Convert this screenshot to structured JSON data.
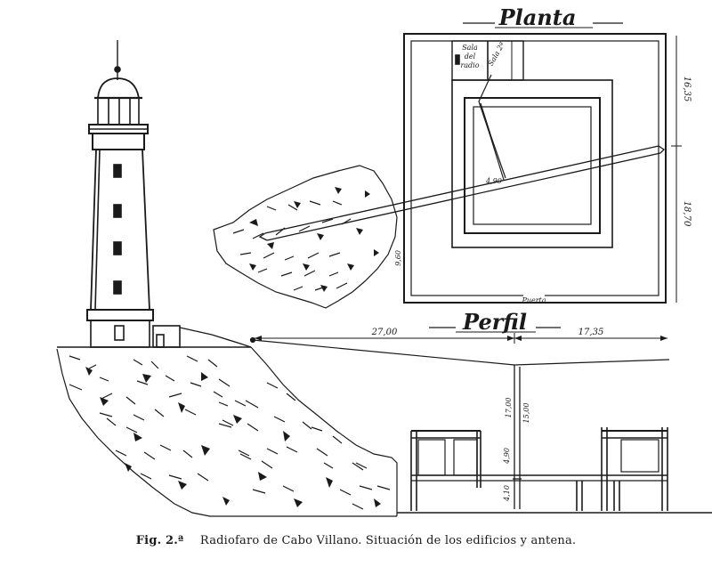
{
  "titles": {
    "plan": "Planta",
    "profile": "Perfil"
  },
  "plan_labels": {
    "room_line1": "Sala",
    "room_line2": "del",
    "room_line3": "radio",
    "side_room": "Sala 2ª",
    "door": "Puerta",
    "offset": "4,90"
  },
  "dimensions": {
    "plan_top": "16,35",
    "plan_right": "18,70",
    "plan_left": "9,60",
    "span_left": "27,00",
    "span_right": "17,35",
    "height_total": "17,00",
    "height_upper": "15,00",
    "height_mid": "4,90",
    "height_base": "4,10"
  },
  "caption": {
    "fig_label": "Fig. 2.ª",
    "text": "Radiofaro de Cabo Villano. Situación de los edificios y antena."
  }
}
